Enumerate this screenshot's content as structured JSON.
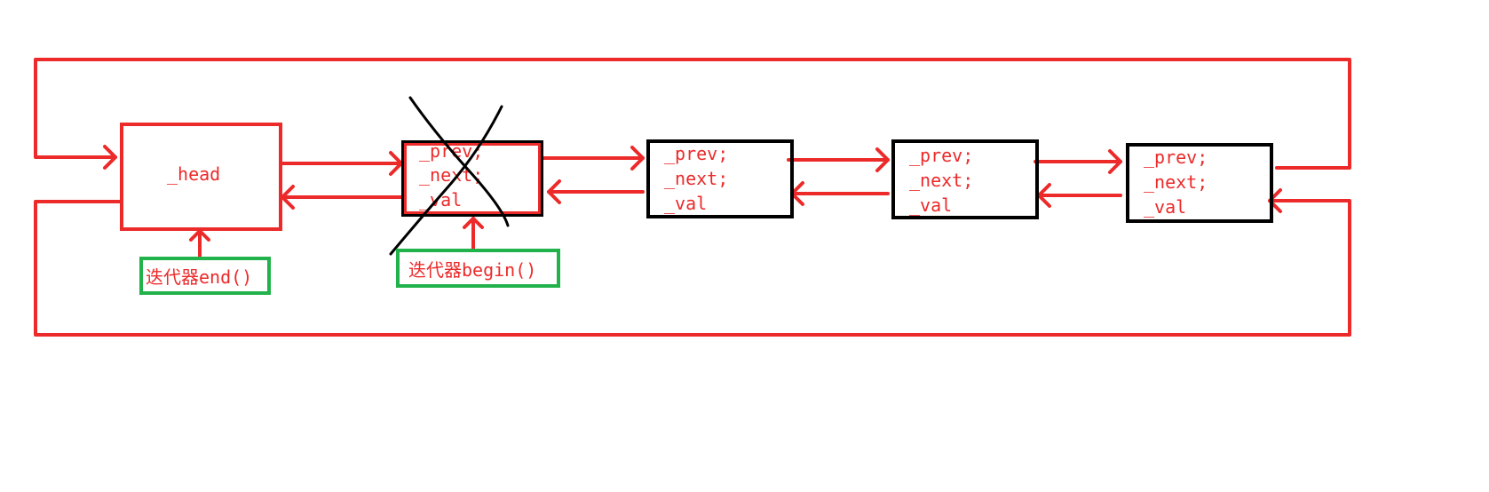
{
  "colors": {
    "arrow": "#ec2a2a",
    "text": "#ec2a2a",
    "node_border": "#000000",
    "iterator_box": "#22b24c",
    "cross": "#000000"
  },
  "head": {
    "label": "_head"
  },
  "nodes": [
    {
      "prev": "_prev;",
      "next": "_next;",
      "val": "_val",
      "crossed_out": true
    },
    {
      "prev": "_prev;",
      "next": "_next;",
      "val": "_val",
      "crossed_out": false
    },
    {
      "prev": "_prev;",
      "next": "_next;",
      "val": "_val",
      "crossed_out": false
    },
    {
      "prev": "_prev;",
      "next": "_next;",
      "val": "_val",
      "crossed_out": false
    }
  ],
  "iterators": {
    "end": "迭代器end()",
    "begin": "迭代器begin()"
  }
}
